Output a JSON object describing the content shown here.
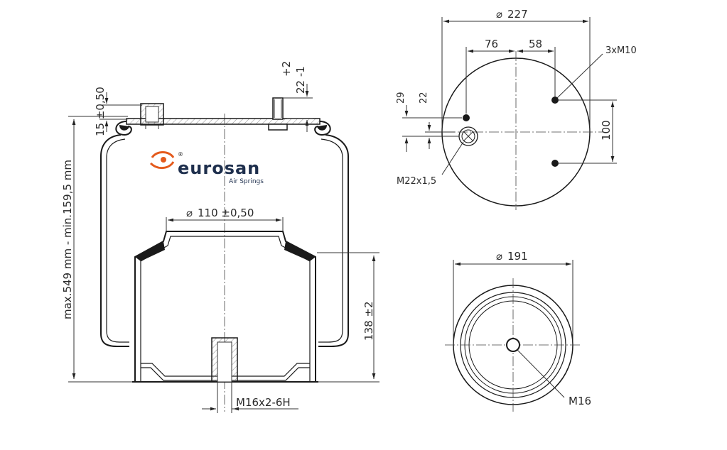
{
  "logo": {
    "brand": "eurosan",
    "tagline": "Air Springs",
    "reg": "®"
  },
  "side_view": {
    "height_range": "max.549 mm - min.159,5 mm",
    "plate_offset": "15 ±0,50",
    "stud_height_tol": "+2",
    "stud_height": "22 -1",
    "piston_diameter": "110 ±0,50",
    "piston_height": "138 ±2",
    "bottom_thread": "M16x2-6H"
  },
  "top_view": {
    "diameter": "227",
    "offset_left": "76",
    "offset_right": "58",
    "bolts": "3xM10",
    "vertical_29": "29",
    "vertical_22": "22",
    "spacing_100": "100",
    "air_inlet": "M22x1,5"
  },
  "bottom_view": {
    "diameter": "191",
    "thread": "M16"
  },
  "symbols": {
    "diameter": "⌀"
  }
}
